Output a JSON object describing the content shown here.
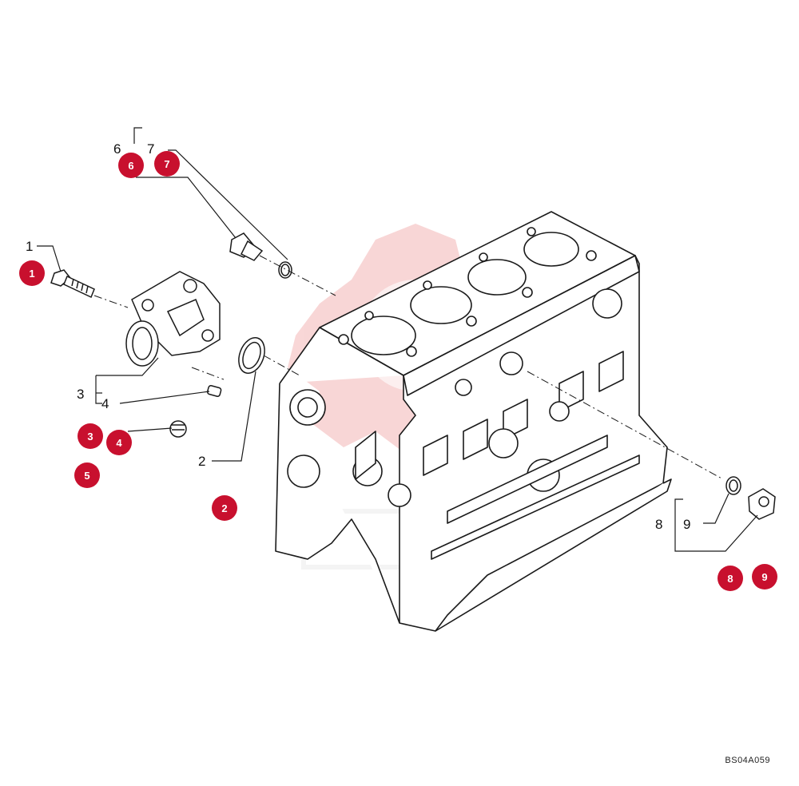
{
  "callouts": {
    "c1": "1",
    "c2": "2",
    "c3": "3",
    "c4": "4",
    "c6": "6",
    "c7": "7",
    "c8": "8",
    "c9": "9"
  },
  "hotspots": {
    "h1": "1",
    "h2": "2",
    "h3": "3",
    "h4": "4",
    "h5": "5",
    "h6": "6",
    "h7": "7",
    "h8": "8",
    "h9": "9"
  },
  "reference_code": "BS04A059",
  "colors": {
    "hotspot": "#c8102e",
    "watermark": "#f4b6b6",
    "line": "#1a1a1a"
  }
}
